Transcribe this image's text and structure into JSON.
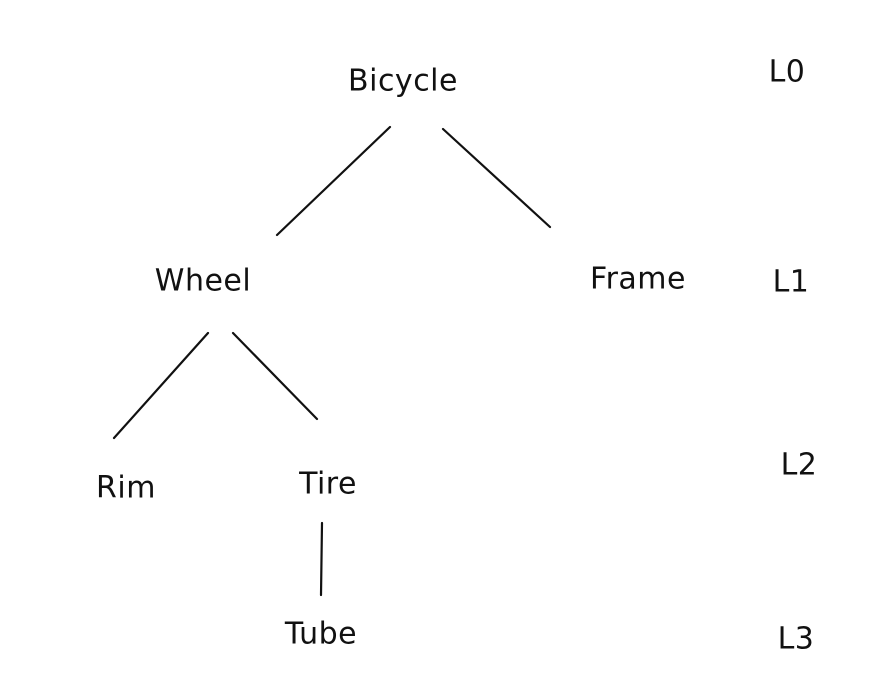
{
  "diagram": {
    "type": "tree",
    "nodes": [
      {
        "id": "bicycle",
        "label": "Bicycle",
        "level": "L0",
        "parent": null
      },
      {
        "id": "wheel",
        "label": "Wheel",
        "level": "L1",
        "parent": "bicycle"
      },
      {
        "id": "frame",
        "label": "Frame",
        "level": "L1",
        "parent": "bicycle"
      },
      {
        "id": "rim",
        "label": "Rim",
        "level": "L2",
        "parent": "wheel"
      },
      {
        "id": "tire",
        "label": "Tire",
        "level": "L2",
        "parent": "wheel"
      },
      {
        "id": "tube",
        "label": "Tube",
        "level": "L3",
        "parent": "tire"
      }
    ],
    "edges": [
      {
        "from": "bicycle",
        "to": "wheel"
      },
      {
        "from": "bicycle",
        "to": "frame"
      },
      {
        "from": "wheel",
        "to": "rim"
      },
      {
        "from": "wheel",
        "to": "tire"
      },
      {
        "from": "tire",
        "to": "tube"
      }
    ],
    "level_labels": [
      "L0",
      "L1",
      "L2",
      "L3"
    ],
    "colors": {
      "ink": "#111111",
      "background": "#ffffff"
    }
  }
}
